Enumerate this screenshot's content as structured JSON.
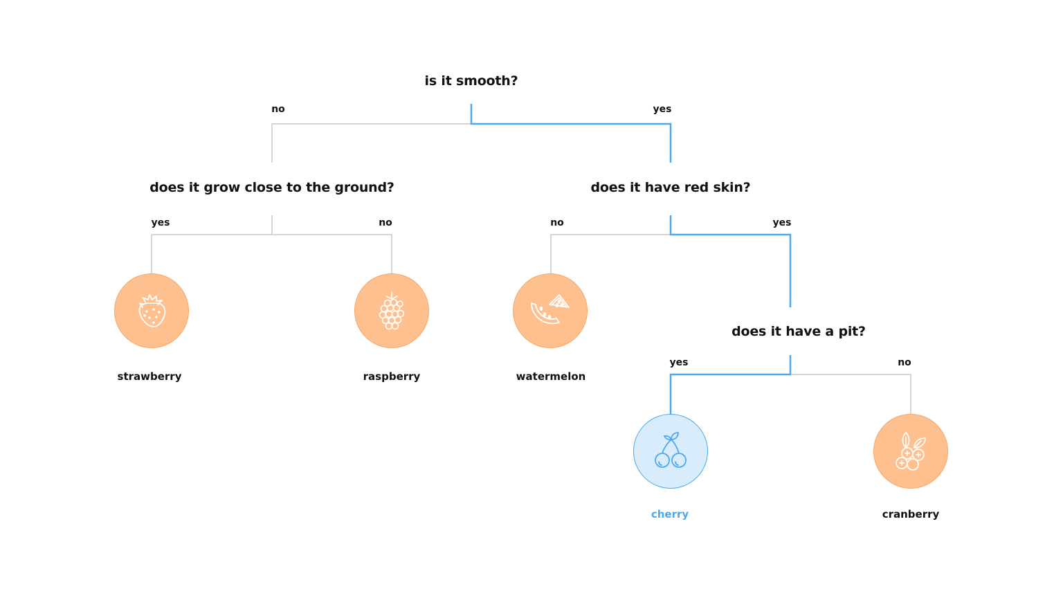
{
  "colors": {
    "line_default": "#c8c8c8",
    "line_active": "#4aa8f0",
    "leaf_fill": "#ffc08f",
    "leaf_border": "#f6a766",
    "leaf_active_fill": "#d9ecfb",
    "leaf_active_border": "#4aa8f0",
    "icon_default": "#ffffff",
    "icon_active": "#4aa8f0"
  },
  "root": {
    "question": "is it smooth?",
    "no_label": "no",
    "yes_label": "yes"
  },
  "left": {
    "question": "does it grow close to the ground?",
    "yes_label": "yes",
    "no_label": "no"
  },
  "right": {
    "question": "does it have red skin?",
    "no_label": "no",
    "yes_label": "yes"
  },
  "pit": {
    "question": "does it have a pit?",
    "yes_label": "yes",
    "no_label": "no"
  },
  "leaves": {
    "strawberry": {
      "label": "strawberry",
      "icon": "strawberry-icon"
    },
    "raspberry": {
      "label": "raspberry",
      "icon": "raspberry-icon"
    },
    "watermelon": {
      "label": "watermelon",
      "icon": "watermelon-icon"
    },
    "cherry": {
      "label": "cherry",
      "icon": "cherry-icon",
      "selected": true
    },
    "cranberry": {
      "label": "cranberry",
      "icon": "cranberry-icon"
    }
  }
}
